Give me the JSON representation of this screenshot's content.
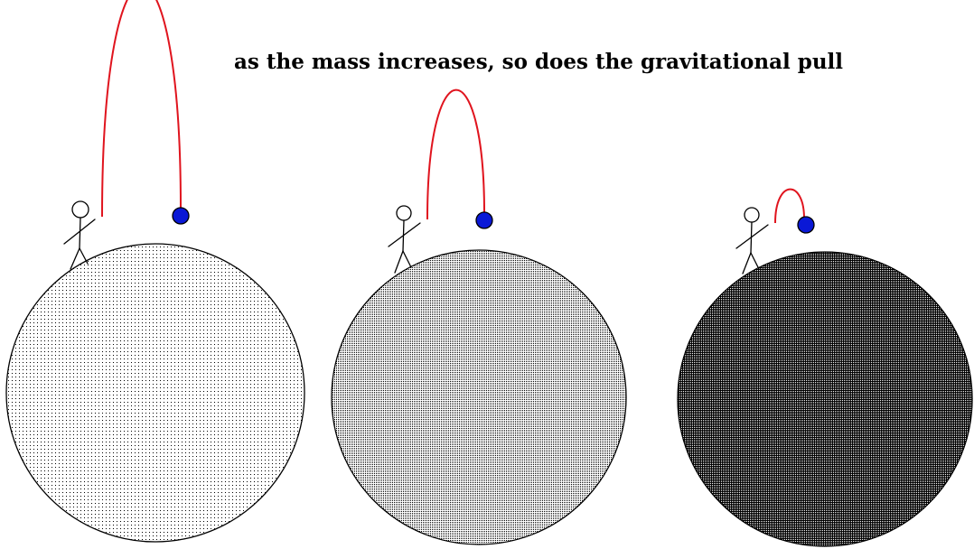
{
  "caption": "as the mass increases, so does the gravitational pull",
  "colors": {
    "background": "#ffffff",
    "trajectory": "#e0141e",
    "ball": "#0a18d6",
    "outline": "#000000",
    "dot": "#000000"
  },
  "scenes": [
    {
      "name": "low-mass",
      "shading": "sparse dots"
    },
    {
      "name": "medium-mass",
      "shading": "medium dots"
    },
    {
      "name": "high-mass",
      "shading": "dense dots"
    }
  ]
}
